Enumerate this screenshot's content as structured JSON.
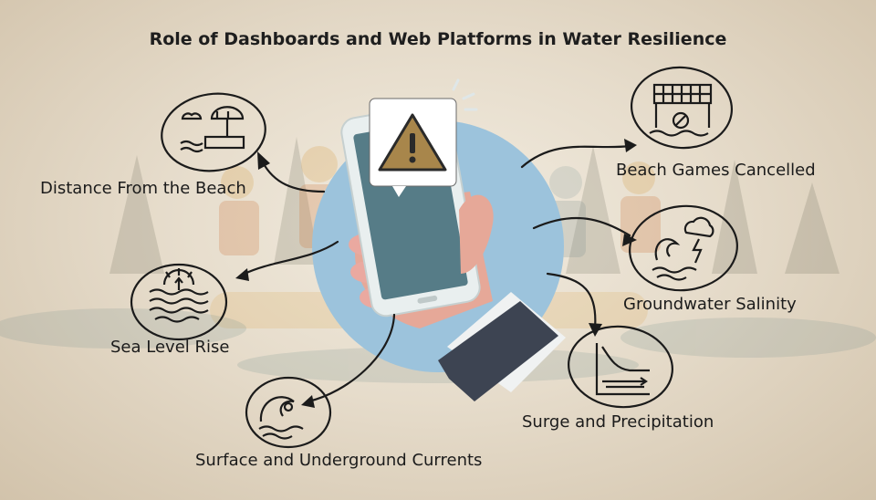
{
  "title": "Role of Dashboards and Web Platforms in Water Resilience",
  "icons": {
    "center": "warning-icon",
    "beach": "beach-umbrella-icon",
    "games": "volleyball-net-icon",
    "salinity": "storm-wave-icon",
    "sea": "sea-level-icon",
    "surge": "surge-graph-icon",
    "currents": "wave-current-icon"
  },
  "labels": {
    "distance": "Distance From the Beach",
    "games": "Beach Games Cancelled",
    "salinity": "Groundwater Salinity",
    "sea_level": "Sea Level Rise",
    "surge": "Surge and Precipitation",
    "currents": "Surface and Underground Currents"
  },
  "colors": {
    "circle": "#9cc3dc",
    "phone_body": "#e9efef",
    "phone_screen": "#567c87",
    "warning": "#a8864b",
    "sleeve": "#3d4452",
    "ink": "#1b1b1b"
  }
}
